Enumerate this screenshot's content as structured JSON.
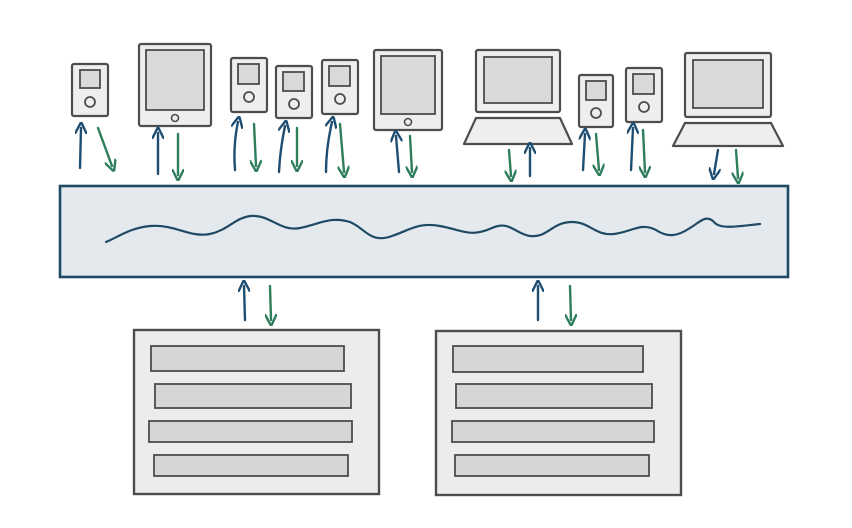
{
  "diagram": {
    "colors": {
      "background": "#ffffff",
      "outline": "#4d4d4d",
      "device_fill": "#eeeeee",
      "screen_fill": "#d9d9d9",
      "bus_fill": "#e4e9ee",
      "bus_stroke": "#1e4a63",
      "wave": "#1e4a63",
      "arrow_up": "#1f4e73",
      "arrow_down": "#2e7d5b",
      "server_fill": "#ececec",
      "slot_fill": "#d6d6d6"
    },
    "devices": [
      {
        "type": "phone",
        "icon": "phone-icon"
      },
      {
        "type": "tablet",
        "icon": "tablet-icon"
      },
      {
        "type": "phone",
        "icon": "phone-icon"
      },
      {
        "type": "phone",
        "icon": "phone-icon"
      },
      {
        "type": "phone",
        "icon": "phone-icon"
      },
      {
        "type": "tablet",
        "icon": "tablet-icon"
      },
      {
        "type": "laptop",
        "icon": "laptop-icon"
      },
      {
        "type": "phone",
        "icon": "phone-icon"
      },
      {
        "type": "phone",
        "icon": "phone-icon"
      },
      {
        "type": "laptop",
        "icon": "laptop-icon"
      }
    ],
    "bus": {
      "icon": "signal-wave-icon"
    },
    "servers": [
      {
        "icon": "server-rack-icon",
        "slots": 4
      },
      {
        "icon": "server-rack-icon",
        "slots": 4
      }
    ]
  }
}
